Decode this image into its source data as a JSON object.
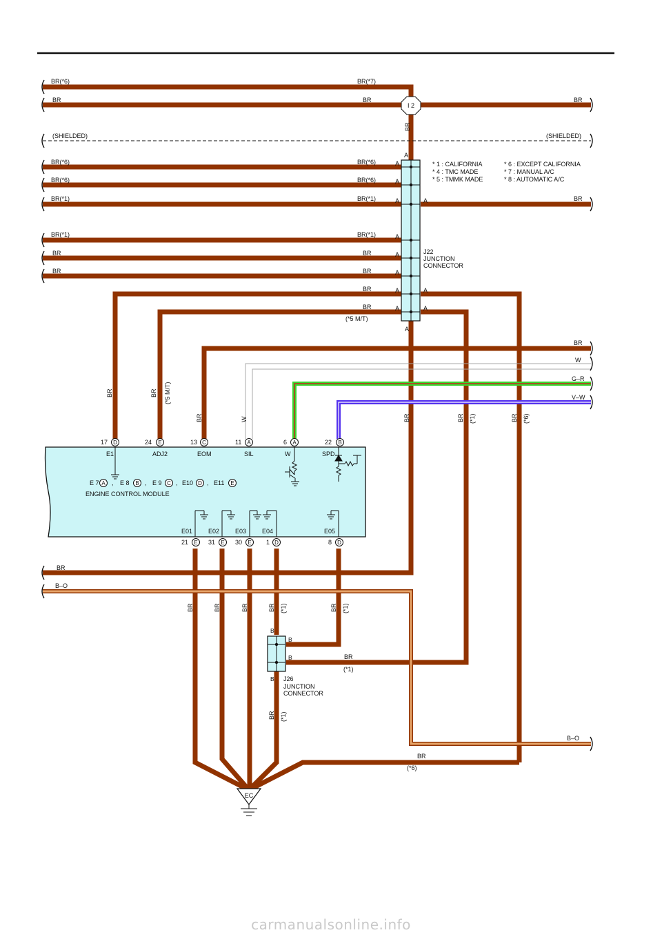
{
  "colors": {
    "wire_br": "#913300",
    "wire_bo": "#e7a56a",
    "wire_w": "#aaaaaa",
    "wire_gr_green": "#38d62e",
    "wire_gr_red": "#cc2222",
    "wire_vw": "#5533ee",
    "module_fill": "#ccf5f7"
  },
  "wire_labels": {
    "l1_left": "BR(*6)",
    "l1_right": "BR(*7)",
    "l2_left": "BR",
    "l2_mid": "BR",
    "l2_right": "BR",
    "shielded_left": "(SHIELDED)",
    "shielded_right": "(SHIELDED)",
    "j_br6a_left": "BR(*6)",
    "j_br6a_right": "BR(*6)",
    "j_br6b_left": "BR(*6)",
    "j_br6b_right": "BR(*6)",
    "j_br1a_left": "BR(*1)",
    "j_br1a_right": "BR(*1)",
    "j_br1a_out": "BR",
    "j_br1b_left": "BR(*1)",
    "j_br1b_right": "BR(*1)",
    "j_bra_left": "BR",
    "j_bra_right": "BR",
    "j_brb_left": "BR",
    "j_brb_right": "BR",
    "j_brc_right": "BR",
    "j_brd_right": "BR",
    "m5t_note": "(*5 M/T)",
    "r_br": "BR",
    "r_w": "W",
    "r_gr": "G–R",
    "r_vw": "V–W",
    "v_i2": "BR",
    "v_e1": "BR",
    "v_adj2": "BR",
    "v_adj2_note": "(*5 M/T)",
    "v_eom": "BR",
    "v_sil": "W",
    "v_j22": "BR",
    "v_x1": "BR",
    "v_x1_note": "(*1)",
    "v_x6": "BR",
    "v_x6_note": "(*6)",
    "b_br": "BR",
    "b_bo": "B–O",
    "g_e01": "BR",
    "g_e02": "BR",
    "g_e03": "BR",
    "g_e04": "BR",
    "g_e04_note": "(*1)",
    "g_e05": "BR",
    "g_e05_note": "(*1)",
    "j26_br": "BR",
    "j26_note": "(*1)",
    "j26_down": "BR",
    "j26_down_note": "(*1)",
    "bo_right": "B–O",
    "br_bottom": "BR",
    "br_bottom_note": "(*6)"
  },
  "connectors": {
    "i2": "I 2",
    "j22": {
      "id": "J22",
      "name1": "JUNCTION",
      "name2": "CONNECTOR",
      "pin": "A"
    },
    "j26": {
      "id": "J26",
      "name1": "JUNCTION",
      "name2": "CONNECTOR",
      "pin": "B"
    },
    "ec": "EC"
  },
  "notes": [
    "* 1 : CALIFORNIA",
    "* 4 : TMC MADE",
    "* 5 : TMMK MADE",
    "* 6 : EXCEPT CALIFORNIA",
    "* 7 : MANUAL A/C",
    "* 8 : AUTOMATIC A/C"
  ],
  "ecm": {
    "title": "ENGINE CONTROL MODULE",
    "connector_list": {
      "c1": "E 7",
      "c1l": "A",
      "c2": "E 8",
      "c2l": "B",
      "c3": "E 9",
      "c3l": "C",
      "c4": "E10",
      "c4l": "D",
      "c5": "E11",
      "c5l": "E",
      "sep": ","
    },
    "top_pins": [
      {
        "num": "17",
        "letter": "D",
        "name": "E1"
      },
      {
        "num": "24",
        "letter": "E",
        "name": "ADJ2"
      },
      {
        "num": "13",
        "letter": "C",
        "name": "EOM"
      },
      {
        "num": "11",
        "letter": "A",
        "name": "SIL"
      },
      {
        "num": "6",
        "letter": "A",
        "name": "W"
      },
      {
        "num": "22",
        "letter": "B",
        "name": "SPD"
      }
    ],
    "bottom_pins": [
      {
        "num": "21",
        "letter": "E",
        "name": "E01"
      },
      {
        "num": "31",
        "letter": "E",
        "name": "E02"
      },
      {
        "num": "30",
        "letter": "E",
        "name": "E03"
      },
      {
        "num": "1",
        "letter": "D",
        "name": "E04"
      },
      {
        "num": "8",
        "letter": "D",
        "name": "E05"
      }
    ]
  },
  "watermark": "carmanualsonline.info"
}
